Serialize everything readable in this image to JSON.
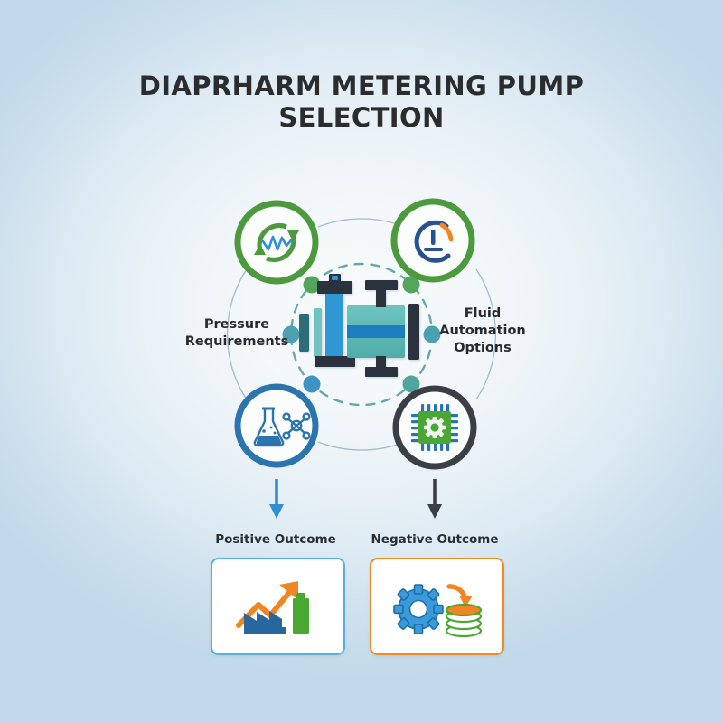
{
  "title": {
    "line1": "DIAPRHARM METERING PUMP",
    "line2": "SELECTION",
    "color": "#2a2c2e"
  },
  "center": {
    "icon_name": "metering-pump-icon",
    "colors": {
      "body_teal": "#58b5b0",
      "body_light_teal": "#68bfbd",
      "band_blue": "#1f7ec0",
      "shaft_blue": "#2f97d4",
      "dark_navy": "#2b333d"
    }
  },
  "nodes": [
    {
      "id": "pressure-requirements",
      "label": "Pressure\nRequirements",
      "position": "top-left",
      "ring_color": "#4d9a3e",
      "icon_name": "cycle-pulse-icon",
      "icon_colors": {
        "arrows": "#4d9a3e",
        "pulse": "#2f8fd8"
      }
    },
    {
      "id": "fluid-automation-options",
      "label": "Fluid\nAutomation\nOptions",
      "position": "top-right",
      "ring_color": "#4d9a3e",
      "icon_name": "pressure-gauge-icon",
      "icon_colors": {
        "dial": "#27528f",
        "accent": "#ef8623"
      }
    },
    {
      "id": "chemical-compatibility",
      "label": "",
      "position": "bottom-left",
      "ring_color": "#2b74ad",
      "icon_name": "flask-molecule-icon",
      "icon_colors": {
        "stroke": "#2b74ad"
      }
    },
    {
      "id": "control-electronics",
      "label": "",
      "position": "bottom-right",
      "ring_color": "#3a3f46",
      "icon_name": "microchip-icon",
      "icon_colors": {
        "chip": "#4aa832",
        "pins": "#2b74ad"
      }
    }
  ],
  "orbit": {
    "dashed_ring_color": "#4b9a9b",
    "outer_ring_color": "#8aa8b4",
    "dots": [
      {
        "name": "orbit-dot-top-left",
        "color": "#54a55c"
      },
      {
        "name": "orbit-dot-top-right",
        "color": "#54a55c"
      },
      {
        "name": "orbit-dot-left",
        "color": "#4ba0b2"
      },
      {
        "name": "orbit-dot-right",
        "color": "#4ba0b2"
      },
      {
        "name": "orbit-dot-bottom-left",
        "color": "#3e92c4"
      },
      {
        "name": "orbit-dot-bottom-right",
        "color": "#4fa69f"
      }
    ]
  },
  "connectors": [
    {
      "name": "arrow-to-positive-outcome",
      "color": "#2f8fd0"
    },
    {
      "name": "arrow-to-negative-outcome",
      "color": "#3a3f46"
    }
  ],
  "outcomes": [
    {
      "id": "positive-outcome",
      "caption": "Positive Outcome",
      "border_color": "#59b0dd",
      "icon_name": "factory-growth-icon",
      "icon_colors": {
        "factory": "#27679e",
        "stack": "#4aa832",
        "arrow": "#ef8623"
      }
    },
    {
      "id": "negative-outcome",
      "caption": "Negative Outcome",
      "border_color": "#f08a22",
      "icon_name": "gear-cost-decline-icon",
      "icon_colors": {
        "gear": "#3b9ad9",
        "coins": "#4aa832",
        "arrow": "#ef8623",
        "coin_top": "#ef8623"
      }
    }
  ],
  "background": {
    "center_color": "#f8fafb",
    "edge_color": "#c2d9e9"
  }
}
